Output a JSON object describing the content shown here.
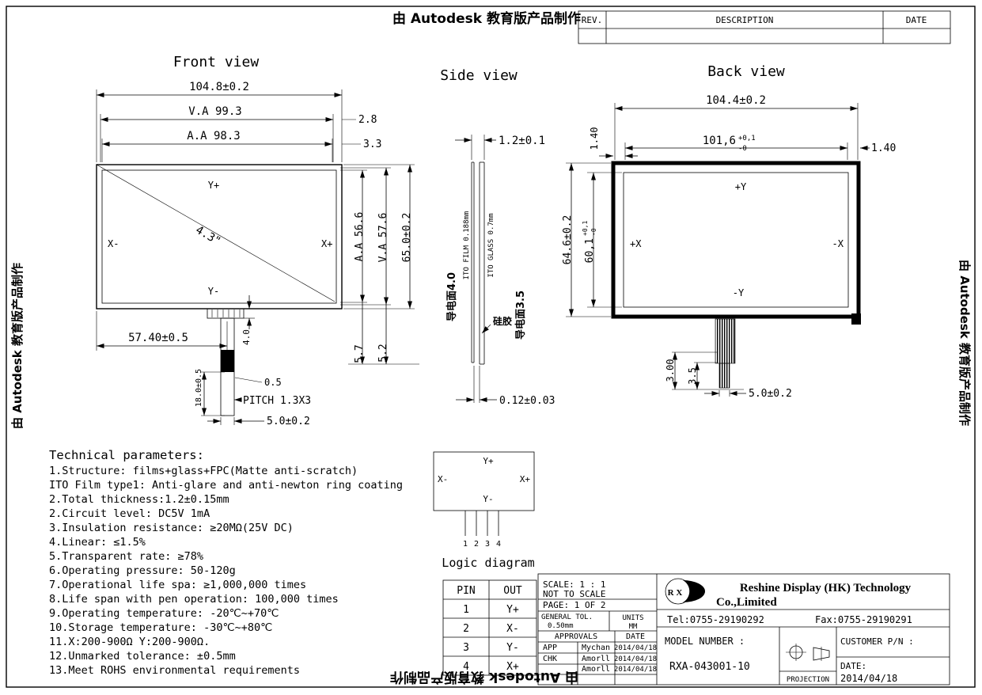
{
  "watermark": {
    "text": "由 Autodesk 教育版产品制作"
  },
  "rev_table": {
    "rev": "REV.",
    "description": "DESCRIPTION",
    "date": "DATE"
  },
  "front_view": {
    "title": "Front view",
    "dim_total_width": "104.8±0.2",
    "dim_va_width": "V.A 99.3",
    "dim_aa_width": "A.A 98.3",
    "dim_edge_right_top": "2.8",
    "dim_edge_right_bottom": "3.3",
    "label_y_plus": "Y+",
    "label_x_minus": "X-",
    "label_x_plus": "X+",
    "label_y_minus": "Y-",
    "diagonal_size": "4.3\"",
    "dim_aa_height": "A.A 56.6",
    "dim_va_height": "V.A 57.6",
    "dim_total_height": "65.0±0.2",
    "dim_gap_aa_bottom": "5.7",
    "dim_gap_va_bottom": "5.2",
    "dim_tail_position": "57.40±0.5",
    "dim_connector_height": "4.0",
    "dim_tail_length": "18.0±0.5",
    "dim_tail_wall": "0.5",
    "pitch": "PITCH 1.3X3",
    "dim_tail_width": "5.0±0.2"
  },
  "side_view": {
    "title": "Side view",
    "dim_thickness": "1.2±0.1",
    "layer_film": "ITO FILM 0.188mm",
    "layer_glass": "ITO GLASS 0.7mm",
    "conductive_top": "导电面4.0",
    "silicone": "硅胶",
    "conductive_bottom": "导电面3.5",
    "dim_gap": "0.12±0.03"
  },
  "back_view": {
    "title": "Back view",
    "dim_total_width": "104.4±0.2",
    "dim_inner_width": "101,6",
    "dim_inner_width_tol_plus": "+0,1",
    "dim_inner_width_tol_minus": "-0",
    "dim_edge_left": "1.40",
    "dim_edge_right": "1.40",
    "dim_total_height": "64.6±0.2",
    "dim_inner_height": "60,1",
    "dim_inner_height_tol_plus": "+0,1",
    "dim_inner_height_tol_minus": "-0",
    "label_y_plus": "+Y",
    "label_x_plus": "+X",
    "label_x_minus": "-X",
    "label_y_minus": "-Y",
    "dim_tail_a": "3.00",
    "dim_tail_b": "3.5",
    "dim_tail_width": "5.0±0.2"
  },
  "tech_params": {
    "title": "Technical parameters:",
    "lines": [
      "1.Structure: films+glass+FPC(Matte anti-scratch)",
      "ITO Film type1: Anti-glare and anti-newton ring coating",
      "2.Total thickness:1.2±0.15mm",
      "2.Circuit level: DC5V 1mA",
      "3.Insulation resistance: ≥20MΩ(25V DC)",
      "4.Linear: ≤1.5%",
      "5.Transparent rate: ≥78%",
      "6.Operating pressure: 50-120g",
      "7.Operational life spa: ≥1,000,000 times",
      "8.Life span with pen operation: 100,000 times",
      "9.Operating temperature: -20℃~+70℃",
      "10.Storage temperature: -30℃~+80℃",
      "11.X:200-900Ω  Y:200-900Ω.",
      "12.Unmarked tolerance: ±0.5mm",
      "13.Meet ROHS environmental requirements"
    ]
  },
  "logic_diagram": {
    "caption": "Logic diagram",
    "label_y_plus": "Y+",
    "label_x_minus": "X-",
    "label_x_plus": "X+",
    "label_y_minus": "Y-",
    "pins": [
      "1",
      "2",
      "3",
      "4"
    ]
  },
  "pin_table": {
    "headers": [
      "PIN",
      "OUT"
    ],
    "rows": [
      [
        "1",
        "Y+"
      ],
      [
        "2",
        "X-"
      ],
      [
        "3",
        "Y-"
      ],
      [
        "4",
        "X+"
      ]
    ]
  },
  "title_block": {
    "scale": "SCALE: 1 : 1",
    "not_to_scale": "NOT TO SCALE",
    "page": "PAGE: 1 OF 2",
    "general_tol_label": "GENERAL TOL.",
    "general_tol_value": "0.50mm",
    "units_label": "UNITS",
    "units_value": "MM",
    "approvals_header": "APPROVALS",
    "date_header": "DATE",
    "rows": [
      {
        "role": "APP",
        "name": "Mychan",
        "date": "2014/04/18"
      },
      {
        "role": "CHK",
        "name": "Amorll",
        "date": "2014/04/18"
      },
      {
        "role": "",
        "name": "Amorll",
        "date": "2014/04/18"
      }
    ],
    "logo_text": "R X",
    "company_line1": "Reshine Display (HK) Technology",
    "company_line2": "Co.,Limited",
    "tel": "Tel:0755-29190292",
    "fax": "Fax:0755-29190291",
    "model_number_label": "MODEL NUMBER :",
    "model_number": "RXA-043001-10",
    "customer_pn_label": "CUSTOMER P/N :",
    "projection_label": "PROJECTION",
    "date_label": "DATE:",
    "date_value": "2014/04/18"
  }
}
